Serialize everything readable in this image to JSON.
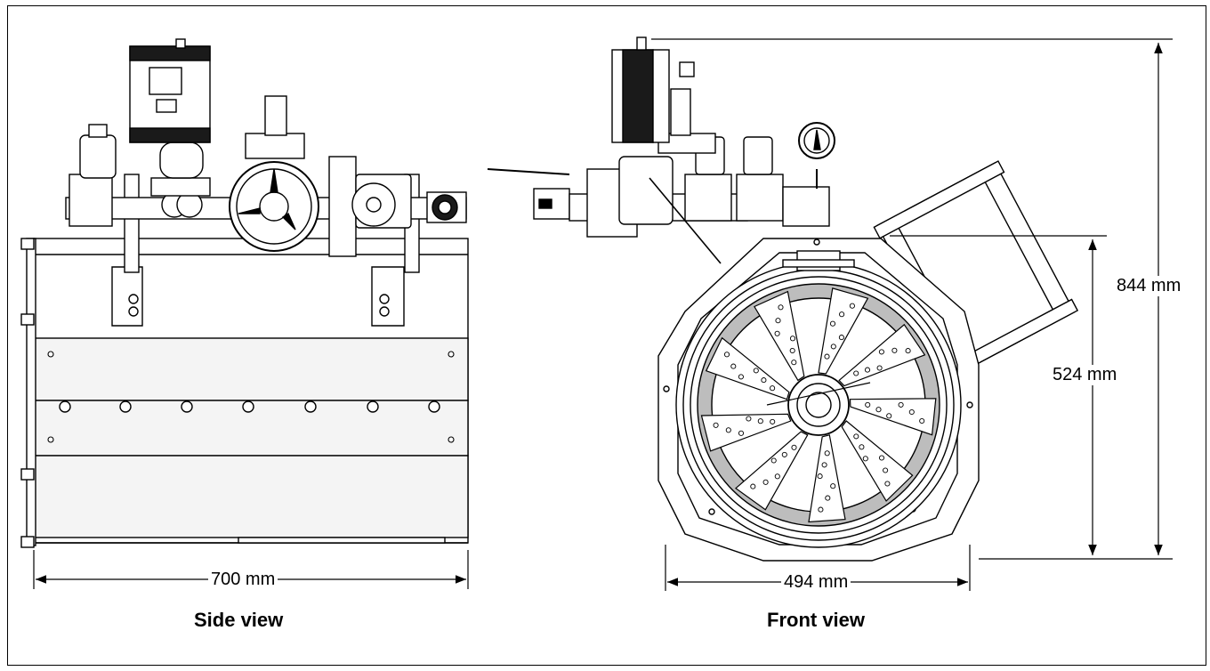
{
  "dimensions": {
    "side_width": "700 mm",
    "front_width": "494 mm",
    "front_height_body": "524 mm",
    "front_height_total": "844 mm"
  },
  "captions": {
    "side": "Side view",
    "front": "Front view"
  },
  "colors": {
    "line": "#000000",
    "face": "#ffffff",
    "panel": "#f4f4f4",
    "dark": "#1a1a1a",
    "grey": "#bdbdbd"
  }
}
